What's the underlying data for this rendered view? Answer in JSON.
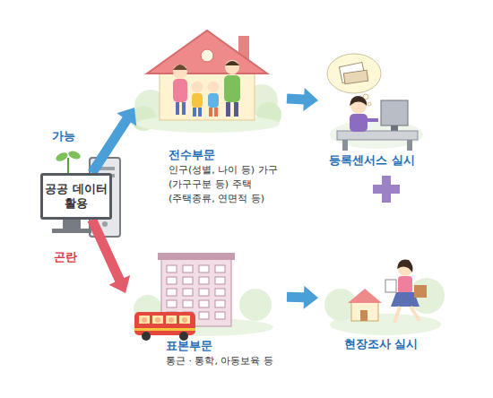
{
  "diagram": {
    "nodes": [
      {
        "text": [
          "공공 데이터 활용"
        ]
      },
      {
        "text": [
          "전수부문",
          "인구(성별, 나이 등) 가구(가구구분 등) 주택(주택종류, 연면적 등)"
        ]
      },
      {
        "text": [
          "등록센서스 실시"
        ]
      },
      {
        "text": [
          "표본부문",
          "통근 · 통학, 아동보육 등"
        ]
      },
      {
        "text": [
          "현장조사 실시"
        ]
      }
    ],
    "edges": [
      {
        "from": 0,
        "to": 1,
        "arrow": "to",
        "label": "가능"
      },
      {
        "from": 0,
        "to": 3,
        "arrow": "to",
        "label": "곤란"
      },
      {
        "from": 1,
        "to": 2,
        "arrow": "to"
      },
      {
        "from": 3,
        "to": 4,
        "arrow": "to"
      }
    ]
  }
}
